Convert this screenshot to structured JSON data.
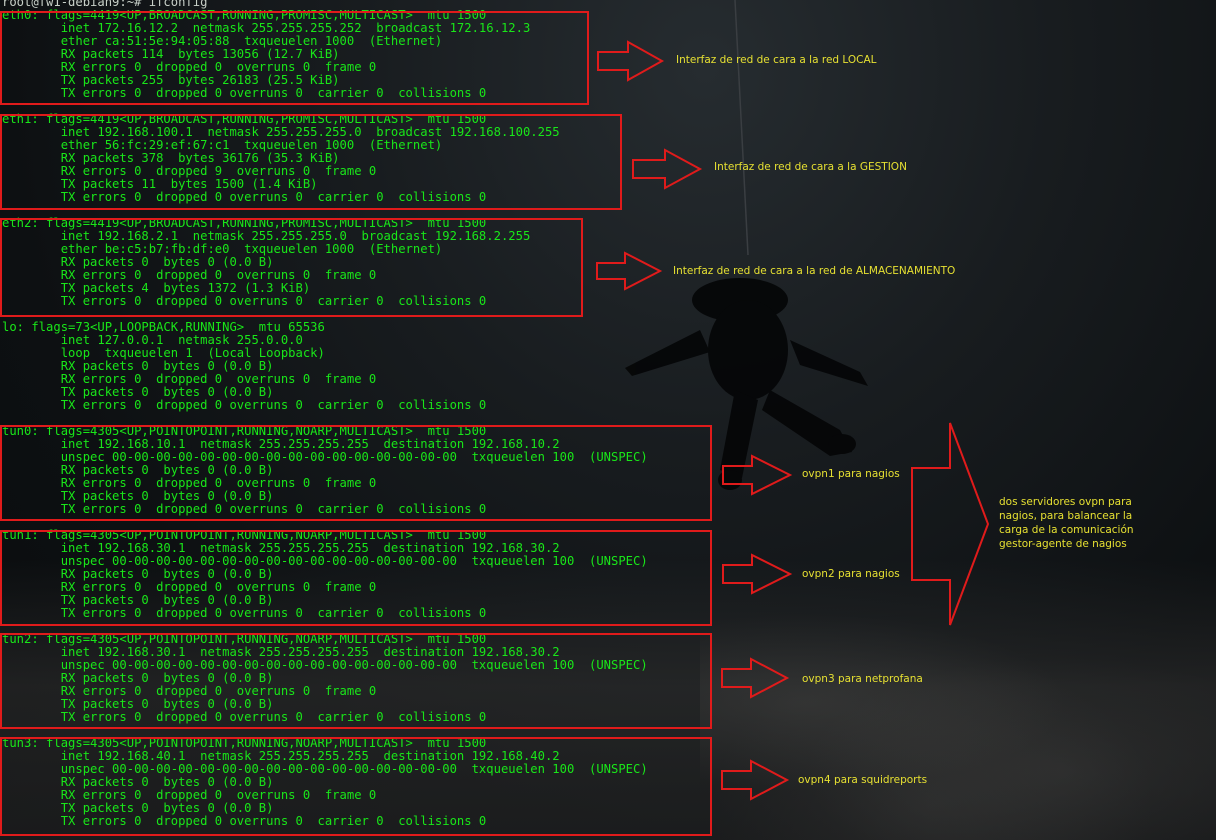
{
  "terminal": {
    "prompt": "root@fw1-debian9:~# ifconfig",
    "lines": [
      "eth0: flags=4419<UP,BROADCAST,RUNNING,PROMISC,MULTICAST>  mtu 1500",
      "        inet 172.16.12.2  netmask 255.255.255.252  broadcast 172.16.12.3",
      "        ether ca:51:5e:94:05:88  txqueuelen 1000  (Ethernet)",
      "        RX packets 114  bytes 13056 (12.7 KiB)",
      "        RX errors 0  dropped 0  overruns 0  frame 0",
      "        TX packets 255  bytes 26183 (25.5 KiB)",
      "        TX errors 0  dropped 0 overruns 0  carrier 0  collisions 0",
      "",
      "eth1: flags=4419<UP,BROADCAST,RUNNING,PROMISC,MULTICAST>  mtu 1500",
      "        inet 192.168.100.1  netmask 255.255.255.0  broadcast 192.168.100.255",
      "        ether 56:fc:29:ef:67:c1  txqueuelen 1000  (Ethernet)",
      "        RX packets 378  bytes 36176 (35.3 KiB)",
      "        RX errors 0  dropped 9  overruns 0  frame 0",
      "        TX packets 11  bytes 1500 (1.4 KiB)",
      "        TX errors 0  dropped 0 overruns 0  carrier 0  collisions 0",
      "",
      "eth2: flags=4419<UP,BROADCAST,RUNNING,PROMISC,MULTICAST>  mtu 1500",
      "        inet 192.168.2.1  netmask 255.255.255.0  broadcast 192.168.2.255",
      "        ether be:c5:b7:fb:df:e0  txqueuelen 1000  (Ethernet)",
      "        RX packets 0  bytes 0 (0.0 B)",
      "        RX errors 0  dropped 0  overruns 0  frame 0",
      "        TX packets 4  bytes 1372 (1.3 KiB)",
      "        TX errors 0  dropped 0 overruns 0  carrier 0  collisions 0",
      "",
      "lo: flags=73<UP,LOOPBACK,RUNNING>  mtu 65536",
      "        inet 127.0.0.1  netmask 255.0.0.0",
      "        loop  txqueuelen 1  (Local Loopback)",
      "        RX packets 0  bytes 0 (0.0 B)",
      "        RX errors 0  dropped 0  overruns 0  frame 0",
      "        TX packets 0  bytes 0 (0.0 B)",
      "        TX errors 0  dropped 0 overruns 0  carrier 0  collisions 0",
      "",
      "tun0: flags=4305<UP,POINTOPOINT,RUNNING,NOARP,MULTICAST>  mtu 1500",
      "        inet 192.168.10.1  netmask 255.255.255.255  destination 192.168.10.2",
      "        unspec 00-00-00-00-00-00-00-00-00-00-00-00-00-00-00-00  txqueuelen 100  (UNSPEC)",
      "        RX packets 0  bytes 0 (0.0 B)",
      "        RX errors 0  dropped 0  overruns 0  frame 0",
      "        TX packets 0  bytes 0 (0.0 B)",
      "        TX errors 0  dropped 0 overruns 0  carrier 0  collisions 0",
      "",
      "tun1: flags=4305<UP,POINTOPOINT,RUNNING,NOARP,MULTICAST>  mtu 1500",
      "        inet 192.168.30.1  netmask 255.255.255.255  destination 192.168.30.2",
      "        unspec 00-00-00-00-00-00-00-00-00-00-00-00-00-00-00-00  txqueuelen 100  (UNSPEC)",
      "        RX packets 0  bytes 0 (0.0 B)",
      "        RX errors 0  dropped 0  overruns 0  frame 0",
      "        TX packets 0  bytes 0 (0.0 B)",
      "        TX errors 0  dropped 0 overruns 0  carrier 0  collisions 0",
      "",
      "tun2: flags=4305<UP,POINTOPOINT,RUNNING,NOARP,MULTICAST>  mtu 1500",
      "        inet 192.168.30.1  netmask 255.255.255.255  destination 192.168.30.2",
      "        unspec 00-00-00-00-00-00-00-00-00-00-00-00-00-00-00-00  txqueuelen 100  (UNSPEC)",
      "        RX packets 0  bytes 0 (0.0 B)",
      "        RX errors 0  dropped 0  overruns 0  frame 0",
      "        TX packets 0  bytes 0 (0.0 B)",
      "        TX errors 0  dropped 0 overruns 0  carrier 0  collisions 0",
      "",
      "tun3: flags=4305<UP,POINTOPOINT,RUNNING,NOARP,MULTICAST>  mtu 1500",
      "        inet 192.168.40.1  netmask 255.255.255.255  destination 192.168.40.2",
      "        unspec 00-00-00-00-00-00-00-00-00-00-00-00-00-00-00-00  txqueuelen 100  (UNSPEC)",
      "        RX packets 0  bytes 0 (0.0 B)",
      "        RX errors 0  dropped 0  overruns 0  frame 0",
      "        TX packets 0  bytes 0 (0.0 B)",
      "        TX errors 0  dropped 0 overruns 0  carrier 0  collisions 0"
    ]
  },
  "annotations": {
    "eth0": "Interfaz de red de cara a la red LOCAL",
    "eth1": "Interfaz de red de cara a la GESTION",
    "eth2": "Interfaz de red de cara a la red de ALMACENAMIENTO",
    "tun0": "ovpn1 para nagios",
    "tun1": "ovpn2 para nagios",
    "tun2": "ovpn3 para netprofana",
    "tun3": "ovpn4 para squidreports",
    "nagios_group": "dos servidores ovpn para nagios, para balancear la carga de la comunicación gestor-agente de nagios"
  },
  "colors": {
    "terminal_text": "#19e619",
    "highlight_box": "#e01b1b",
    "annotation_text": "#e6e032",
    "background": "#14181b"
  }
}
